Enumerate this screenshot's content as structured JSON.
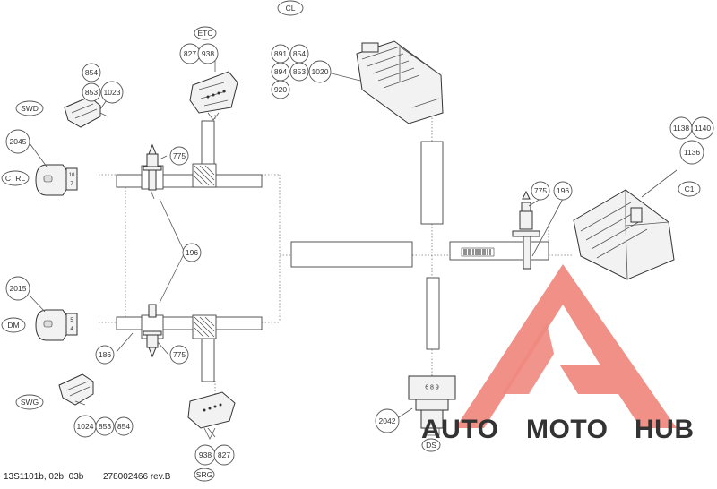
{
  "callouts": {
    "etc": "ETC",
    "c827a": "827",
    "c938a": "938",
    "c854a": "854",
    "c853a": "853",
    "c1023": "1023",
    "swd": "SWD",
    "c2045": "2045",
    "ctrl": "CTRL",
    "c775a": "775",
    "c196a": "196",
    "c2015": "2015",
    "dm": "DM",
    "c186": "186",
    "c775b": "775",
    "swg": "SWG",
    "c1024": "1024",
    "c853b": "853",
    "c854b": "854",
    "c938b": "938",
    "c827b": "827",
    "srg": "SRG",
    "cl": "CL",
    "c891": "891",
    "c854c": "854",
    "c894": "894",
    "c853c": "853",
    "c1020": "1020",
    "c920": "920",
    "c1138": "1138",
    "c1140": "1140",
    "c1136": "1136",
    "c1": "C1",
    "c775c": "775",
    "c196b": "196",
    "c2042": "2042",
    "ds": "DS"
  },
  "connector_labels": {
    "ctrl_pins_top": "10",
    "ctrl_pins_bottom": "7",
    "dm_pins_top": "5",
    "dm_pins_bottom": "4",
    "ds_pins": "6 8 9"
  },
  "footer": {
    "part_ref": "13S1101b, 02b, 03b",
    "revision": "278002466 rev.B"
  },
  "watermark": {
    "part1": "AUTO",
    "part2": "MOTO",
    "part3": "HUB",
    "color_primary": "#f08a80",
    "color_secondary": "#f4b183",
    "color_dark": "#4a4a4a"
  }
}
